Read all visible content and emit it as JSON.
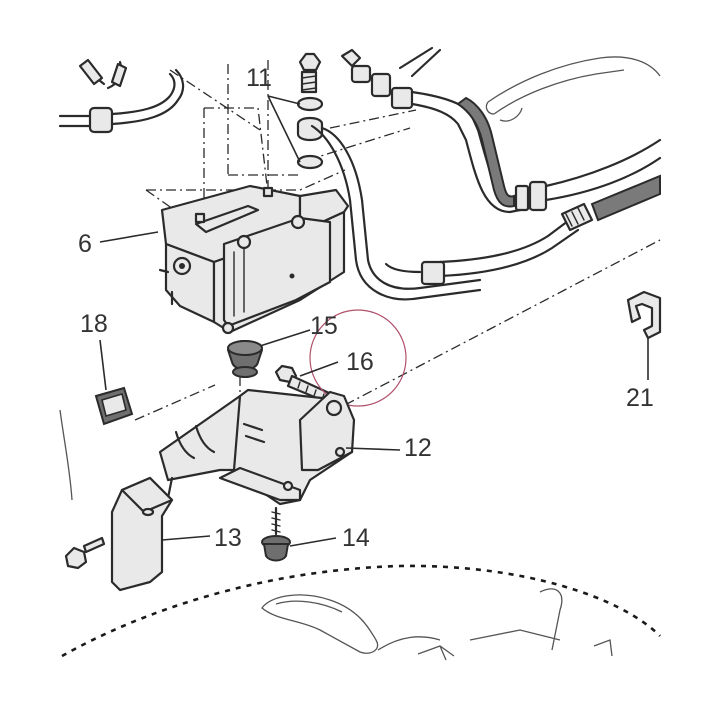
{
  "diagram": {
    "callouts": [
      {
        "id": "part-11",
        "label": "11"
      },
      {
        "id": "part-6",
        "label": "6"
      },
      {
        "id": "part-15",
        "label": "15"
      },
      {
        "id": "part-16",
        "label": "16"
      },
      {
        "id": "part-18",
        "label": "18"
      },
      {
        "id": "part-12",
        "label": "12"
      },
      {
        "id": "part-21",
        "label": "21"
      },
      {
        "id": "part-13",
        "label": "13"
      },
      {
        "id": "part-14",
        "label": "14"
      }
    ],
    "colors": {
      "ink": "#2b2b2b",
      "part_fill": "#e9e9e9",
      "hose_fill": "#7a7a7a",
      "highlight_circle": "#b0506a",
      "label": "#333333"
    }
  }
}
